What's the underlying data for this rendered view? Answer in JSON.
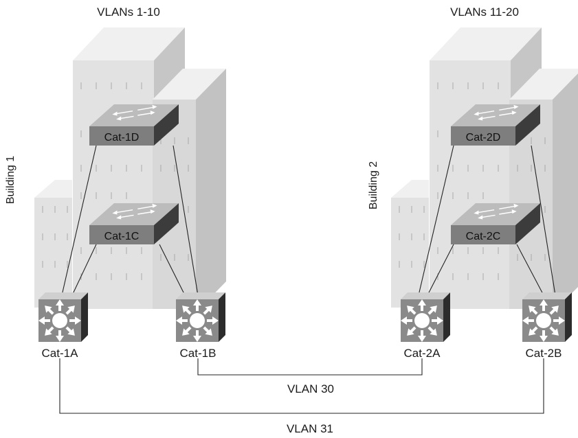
{
  "buildings": [
    {
      "label": "Building 1",
      "vlans": "VLANs 1-10"
    },
    {
      "label": "Building 2",
      "vlans": "VLANs 11-20"
    }
  ],
  "switches": {
    "cat1a": "Cat-1A",
    "cat1b": "Cat-1B",
    "cat1c": "Cat-1C",
    "cat1d": "Cat-1D",
    "cat2a": "Cat-2A",
    "cat2b": "Cat-2B",
    "cat2c": "Cat-2C",
    "cat2d": "Cat-2D"
  },
  "links": {
    "vlan30": "VLAN 30",
    "vlan31": "VLAN 31"
  },
  "colors": {
    "building_front": "#e2e2e2",
    "building_side": "#c6c6c6",
    "building_top": "#f0f0f0",
    "switch_front": "#7e7e7e",
    "switch_top": "#bcbcbc",
    "switch_side": "#3c3c3c",
    "core_front": "#8a8a8a",
    "core_top": "#cfcfcf",
    "core_side": "#2c2c2c"
  },
  "icons": {
    "access_switch": "workgroup-switch-icon",
    "core_switch": "multilayer-switch-icon",
    "building": "building-icon"
  }
}
